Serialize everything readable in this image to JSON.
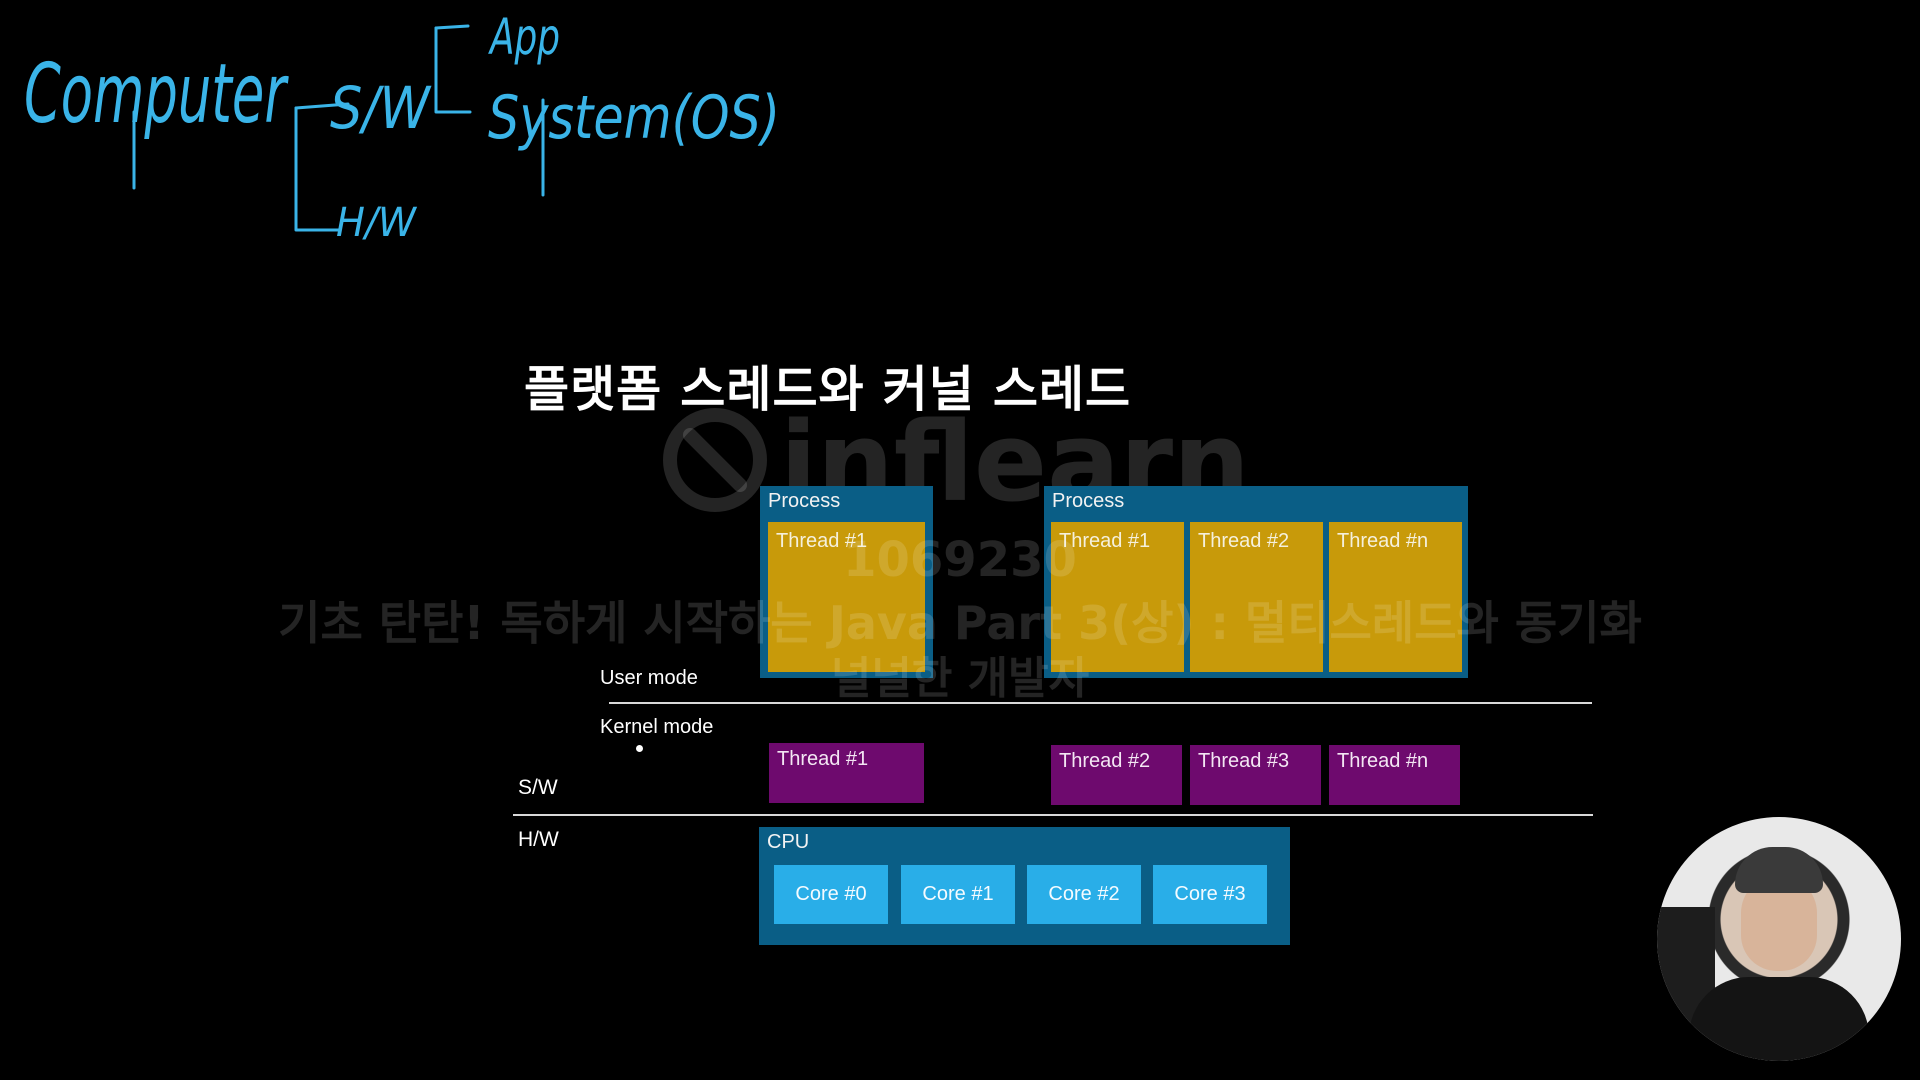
{
  "slide": {
    "title": "플랫폼 스레드와 커널 스레드"
  },
  "handwriting": {
    "computer": "Computer",
    "sw": "S/W",
    "hw": "H/W",
    "app": "App",
    "system": "System(OS)"
  },
  "processes": [
    {
      "label": "Process",
      "threads": [
        "Thread #1"
      ]
    },
    {
      "label": "Process",
      "threads": [
        "Thread #1",
        "Thread #2",
        "Thread #n"
      ]
    }
  ],
  "modes": {
    "user": "User mode",
    "kernel": "Kernel mode"
  },
  "kernel_threads": [
    "Thread #1",
    "Thread #2",
    "Thread #3",
    "Thread #n"
  ],
  "layers": {
    "sw": "S/W",
    "hw": "H/W"
  },
  "cpu": {
    "label": "CPU",
    "cores": [
      "Core #0",
      "Core #1",
      "Core #2",
      "Core #3"
    ]
  },
  "watermark": {
    "brand": "inflearn",
    "id": "1069230",
    "course": "기초 탄탄! 독하게 시작하는 Java Part 3(상) : 멀티스레드와 동기화",
    "author": "널널한 개발자"
  },
  "colors": {
    "background": "#000000",
    "ink": "#3ab4e8",
    "process": "#0a5e86",
    "user_thread": "#c89a0a",
    "kernel_thread": "#6e0a6e",
    "core": "#29aee8"
  }
}
